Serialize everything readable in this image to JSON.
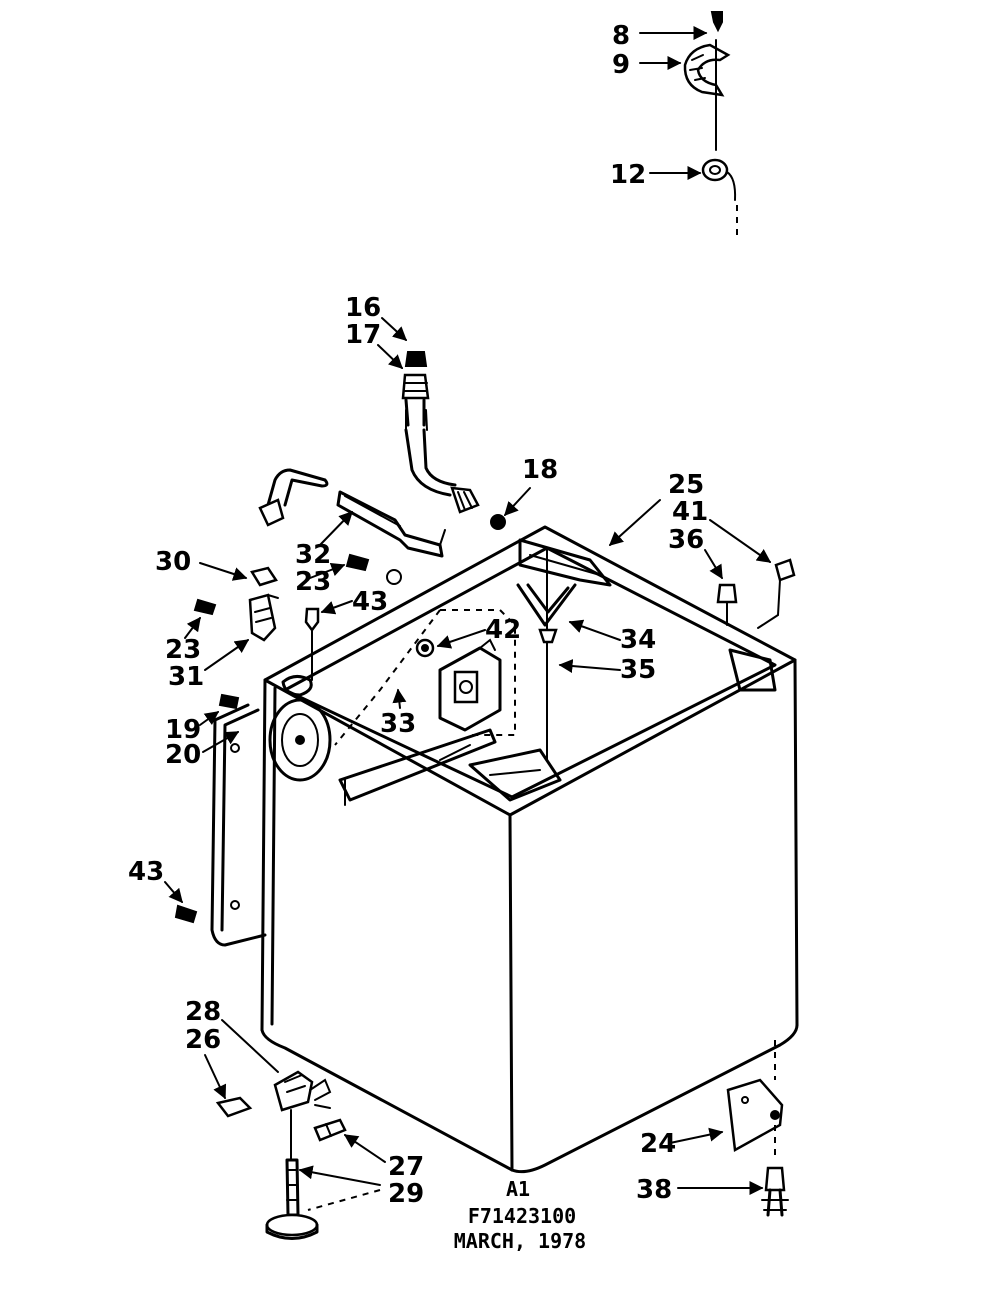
{
  "callouts": [
    "8",
    "9",
    "12",
    "16",
    "17",
    "18",
    "25",
    "41",
    "36",
    "32",
    "23",
    "30",
    "43",
    "42",
    "34",
    "35",
    "23",
    "31",
    "33",
    "19",
    "20",
    "43",
    "28",
    "26",
    "27",
    "29",
    "24",
    "38"
  ],
  "caption": {
    "line1": "A1",
    "line2": "F71423100",
    "line3": "MARCH, 1978"
  }
}
